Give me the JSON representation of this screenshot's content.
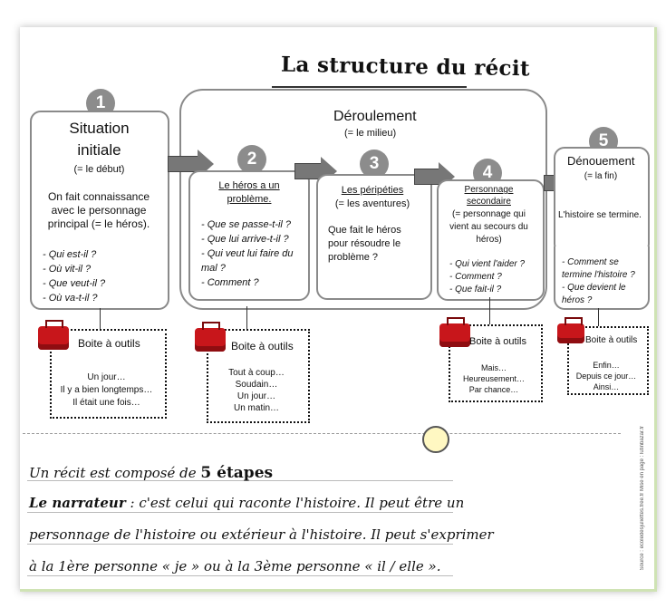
{
  "title": "La structure du récit",
  "steps": [
    {
      "num": "1",
      "title": "Situation initiale",
      "subtitle": "(= le début)",
      "desc": "On fait connaissance avec le personnage principal (= le héros).",
      "questions": [
        "- Qui est-il ?",
        "- Où vit-il ?",
        "- Que veut-il ?",
        "- Où va-t-il ?"
      ]
    },
    {
      "num": "2",
      "title": "Le héros a un problème.",
      "questions": [
        "- Que se passe-t-il ?",
        "- Que lui arrive-t-il ?",
        "- Qui veut lui faire du mal ?",
        "- Comment ?"
      ]
    },
    {
      "num": "3",
      "title": "Les péripéties",
      "subtitle": "(= les aventures)",
      "desc": "Que fait le héros pour résoudre le problème ?"
    },
    {
      "num": "4",
      "title": "Personnage secondaire",
      "subtitle": "(= personnage qui vient au secours du héros)",
      "questions": [
        "- Qui vient l'aider ?",
        "- Comment ?",
        "- Que fait-il ?"
      ]
    },
    {
      "num": "5",
      "title": "Dénouement",
      "subtitle": "(= la fin)",
      "desc": "L'histoire se termine.",
      "questions": [
        "- Comment se termine l'histoire ?",
        "- Que devient le héros ?"
      ]
    }
  ],
  "deroulement": {
    "title": "Déroulement",
    "subtitle": "(= le milieu)"
  },
  "toolboxes": [
    {
      "label": "Boite à outils",
      "items": [
        "Un jour…",
        "Il y a bien longtemps…",
        "Il était une fois…"
      ]
    },
    {
      "label": "Boite à outils",
      "items": [
        "Tout à coup…",
        "Soudain…",
        "Un jour…",
        "Un matin…"
      ]
    },
    {
      "label": "Boite à outils",
      "items": [
        "Mais…",
        "Heureusement…",
        "Par chance…"
      ]
    },
    {
      "label": "Boite à outils",
      "items": [
        "Enfin…",
        "Depuis ce jour…",
        "Ainsi…"
      ]
    }
  ],
  "bottom": {
    "line1_pre": "Un récit est composé de ",
    "line1_bold": "5 étapes",
    "line2_bold": "Le narrateur",
    "line2_rest": " : c'est celui qui raconte l'histoire. Il peut être un",
    "line3": "personnage de l'histoire ou extérieur à l'histoire. Il peut s'exprimer",
    "line4": "à la 1ère personne « je » ou à la 3ème personne « il / elle »."
  },
  "source": "Source : ecoledesjuliettes.free.fr   Mise en page : lutinbazar.fr"
}
